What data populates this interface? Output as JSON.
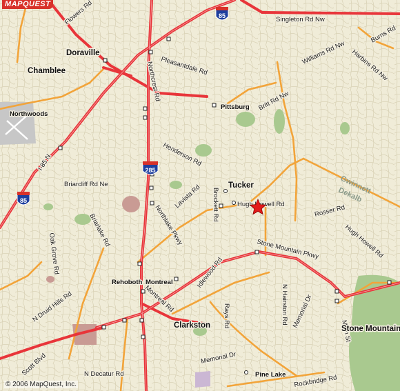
{
  "brand": {
    "logo": "MAPQUEST",
    "copyright": "© 2006 MapQuest, Inc."
  },
  "cities": {
    "doraville": "Doraville",
    "chamblee": "Chamblee",
    "northwoods": "Northwoods",
    "tucker": "Tucker",
    "clarkston": "Clarkston",
    "stone_mountain": "Stone Mountain",
    "pittsburg": "Pittsburg",
    "pine_lake": "Pine Lake",
    "rehoboth": "Rehoboth",
    "montreal": "Montreal"
  },
  "county": {
    "line1": "Gwinnett",
    "line2": "Dekalb"
  },
  "roads": {
    "flowers": "Flowers Rd",
    "singleton": "Singleton Rd Nw",
    "burns": "Burns Rd",
    "williams": "Williams Rd Nw",
    "harbins": "Harbins Rd Nw",
    "pleasantdale": "Pleasantdale Rd",
    "northcrest": "Northcrest Rd",
    "britt": "Britt Rd Nw",
    "henderson": "Henderson Rd",
    "i85": "I-85 N",
    "briarcliff": "Briarcliff Rd Ne",
    "lavista": "Lavista Rd",
    "brockett": "Brockett Rd",
    "hugh_howell": "Hugh Howell Rd",
    "rosser": "Rosser Rd",
    "hugh_howell2": "Hugh Howell Rd",
    "briarlake": "Briarlake Rd",
    "northlake": "Northlake Pkwy",
    "stone_mtn_pkwy": "Stone Mountain Pkwy",
    "oak_grove": "Oak Grove Rd",
    "idlewood": "Idlewood Rd",
    "montreal_rd": "Montreal Rd",
    "n_hairston": "N Hairston Rd",
    "n_druid": "N Druid Hills Rd",
    "rays": "Rays Rd",
    "memorial": "Memorial Dr",
    "memorial2": "Memorial Dr",
    "main_st": "Main St",
    "scott": "Scott Blvd",
    "n_decatur": "N Decatur Rd",
    "rockbridge": "Rockbridge Rd"
  },
  "shields": {
    "i85_top": "85",
    "i85_left": "85",
    "i285": "285"
  },
  "marker": {
    "icon": "star-icon",
    "color": "#e31b1b"
  },
  "colors": {
    "land": "#f0ecd8",
    "interstate": "#e8353a",
    "arterial": "#f2a43a",
    "park": "#a9c98f",
    "shield": "#1e3f9e"
  }
}
